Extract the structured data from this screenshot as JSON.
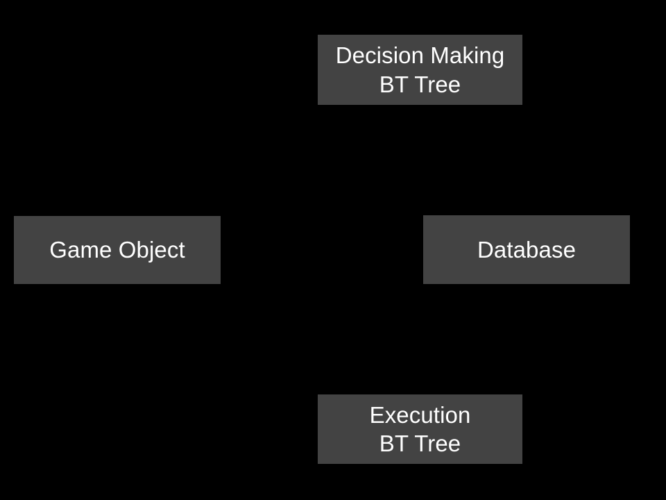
{
  "diagram": {
    "background_color": "#000000",
    "node_fill_color": "#434343",
    "node_text_color": "#ffffff",
    "nodes": [
      {
        "id": "decision-making-bt-tree",
        "lines": [
          "Decision Making",
          "BT Tree"
        ]
      },
      {
        "id": "game-object",
        "lines": [
          "Game Object"
        ]
      },
      {
        "id": "database",
        "lines": [
          "Database"
        ]
      },
      {
        "id": "execution-bt-tree",
        "lines": [
          "Execution",
          "BT Tree"
        ]
      }
    ]
  }
}
